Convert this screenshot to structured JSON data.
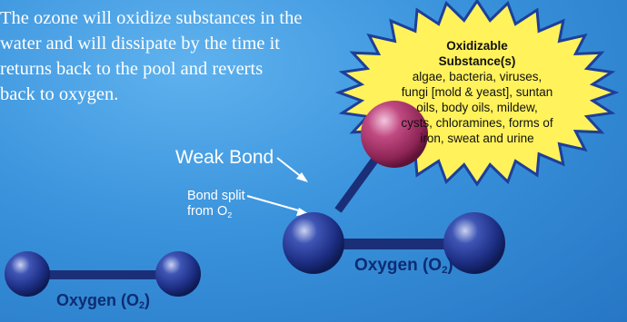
{
  "paragraph": [
    "The ozone will oxidize substances in the",
    "water and will dissipate by the time it",
    "returns back to the pool and reverts",
    "back to oxygen."
  ],
  "callout": {
    "title_line1": "Oxidizable",
    "title_line2": "Substance(s)",
    "lines": [
      "algae, bacteria, viruses,",
      "fungi [mold & yeast], suntan",
      "oils, body oils, mildew,",
      "cysts, chloramines, forms of",
      "iron, sweat and urine"
    ]
  },
  "labels": {
    "weak_bond": "Weak Bond",
    "bond_split_line1": "Bond split",
    "bond_split_line2_prefix": "from O",
    "bond_split_sub": "2",
    "oxygen_left_prefix": "Oxygen (O",
    "oxygen_left_sub": "2",
    "oxygen_left_suffix": ")",
    "oxygen_right_prefix": "Oxygen (O",
    "oxygen_right_sub": "2",
    "oxygen_right_suffix": ")"
  },
  "colors": {
    "background": "#3a93dc",
    "oxygen_atom": "#1c2d82",
    "ozone_atom": "#b4356d",
    "burst_fill": "#fff25a",
    "burst_stroke": "#1d3f99",
    "bond": "#1a2f78"
  }
}
